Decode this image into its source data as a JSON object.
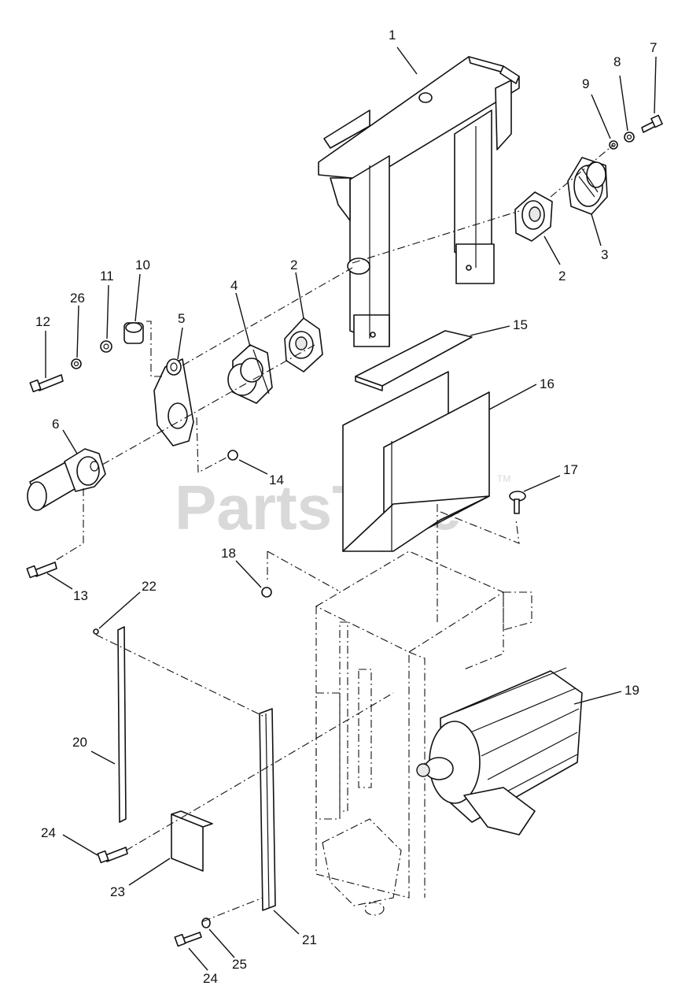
{
  "watermark": {
    "text": "PartsTree",
    "trademark": "TM"
  },
  "callouts": [
    {
      "id": "c1",
      "label": "1"
    },
    {
      "id": "c2a",
      "label": "2"
    },
    {
      "id": "c2b",
      "label": "2"
    },
    {
      "id": "c3",
      "label": "3"
    },
    {
      "id": "c4",
      "label": "4"
    },
    {
      "id": "c5",
      "label": "5"
    },
    {
      "id": "c6",
      "label": "6"
    },
    {
      "id": "c7",
      "label": "7"
    },
    {
      "id": "c8",
      "label": "8"
    },
    {
      "id": "c9",
      "label": "9"
    },
    {
      "id": "c10",
      "label": "10"
    },
    {
      "id": "c11",
      "label": "11"
    },
    {
      "id": "c12",
      "label": "12"
    },
    {
      "id": "c13",
      "label": "13"
    },
    {
      "id": "c14",
      "label": "14"
    },
    {
      "id": "c15",
      "label": "15"
    },
    {
      "id": "c16",
      "label": "16"
    },
    {
      "id": "c17",
      "label": "17"
    },
    {
      "id": "c18",
      "label": "18"
    },
    {
      "id": "c19",
      "label": "19"
    },
    {
      "id": "c20",
      "label": "20"
    },
    {
      "id": "c21",
      "label": "21"
    },
    {
      "id": "c22",
      "label": "22"
    },
    {
      "id": "c23",
      "label": "23"
    },
    {
      "id": "c24a",
      "label": "24"
    },
    {
      "id": "c24b",
      "label": "24"
    },
    {
      "id": "c25",
      "label": "25"
    },
    {
      "id": "c26",
      "label": "26"
    }
  ]
}
